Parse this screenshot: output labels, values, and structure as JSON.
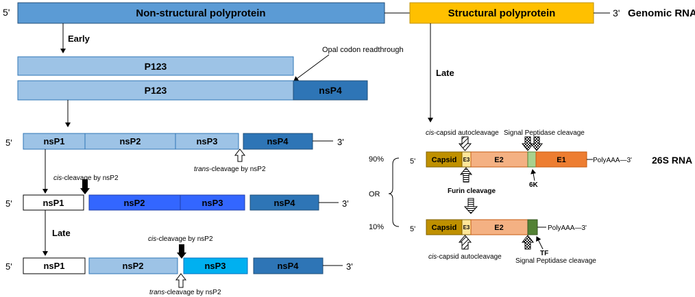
{
  "colors": {
    "ns_blue": "#5b9bd5",
    "light_blue": "#9dc3e6",
    "mid_blue": "#2e75b6",
    "bright_blue": "#3366ff",
    "cyan": "#00b0f0",
    "orange_yellow": "#ffc000",
    "capsid": "#bf9000",
    "e3": "#ffe699",
    "e2": "#f4b183",
    "sixk": "#a9d18e",
    "e1": "#ed7d31",
    "tf": "#548235",
    "line": "#000000"
  },
  "genome": {
    "five_prime": "5'",
    "three_prime": "3'",
    "nonstructural_label": "Non-structural  polyprotein",
    "structural_label": "Structural  polyprotein",
    "genomic_rna_label": "Genomic RNA"
  },
  "left": {
    "early_label": "Early",
    "p123_label": "P123",
    "p123_b_label": "P123",
    "nsp4_label": "nsP4",
    "opal_label": "Opal codon readthrough",
    "row1": {
      "five_prime": "5'",
      "nsp1": "nsP1",
      "nsp2": "nsP2",
      "nsp3": "nsP3",
      "nsp4": "nsP4",
      "three_prime": "3'"
    },
    "trans_cleavage_1_prefix": "trans",
    "trans_cleavage_1_suffix": "-cleavage by nsP2",
    "cis_cleavage_1_prefix": "cis",
    "cis_cleavage_1_suffix": "-cleavage by nsP2",
    "row2": {
      "five_prime": "5'",
      "nsp1": "nsP1",
      "nsp2": "nsP2",
      "nsp3": "nsP3",
      "nsp4": "nsP4",
      "three_prime": "3'"
    },
    "late_label": "Late",
    "cis_cleavage_2_prefix": "cis",
    "cis_cleavage_2_suffix": "-cleavage by nsP2",
    "row3": {
      "five_prime": "5'",
      "nsp1": "nsP1",
      "nsp2": "nsP2",
      "nsp3": "nsP3",
      "nsp4": "nsP4",
      "three_prime": "3'"
    },
    "trans_cleavage_2_prefix": "trans",
    "trans_cleavage_2_suffix": "-cleavage by nsP2"
  },
  "right": {
    "late_label": "Late",
    "cis_capsid_top_prefix": "cis",
    "cis_capsid_top_suffix": "-capsid autocleavage",
    "signal_top": "Signal Peptidase cleavage",
    "pct_90": "90%",
    "or_label": "OR",
    "pct_10": "10%",
    "rna26s_label": "26S RNA",
    "top_row": {
      "five_prime": "5'",
      "capsid": "Capsid",
      "e3": "E3",
      "e2": "E2",
      "e1": "E1",
      "polya": "PolyAAA—3'"
    },
    "sixk_label": "6K",
    "furin_label": "Furin cleavage",
    "bottom_row": {
      "five_prime": "5'",
      "capsid": "Capsid",
      "e3": "E3",
      "e2": "E2",
      "polya": "PolyAAA—3'"
    },
    "tf_label": "TF",
    "cis_capsid_bottom_prefix": "cis",
    "cis_capsid_bottom_suffix": "-capsid autocleavage",
    "signal_bottom": "Signal Peptidase cleavage"
  }
}
